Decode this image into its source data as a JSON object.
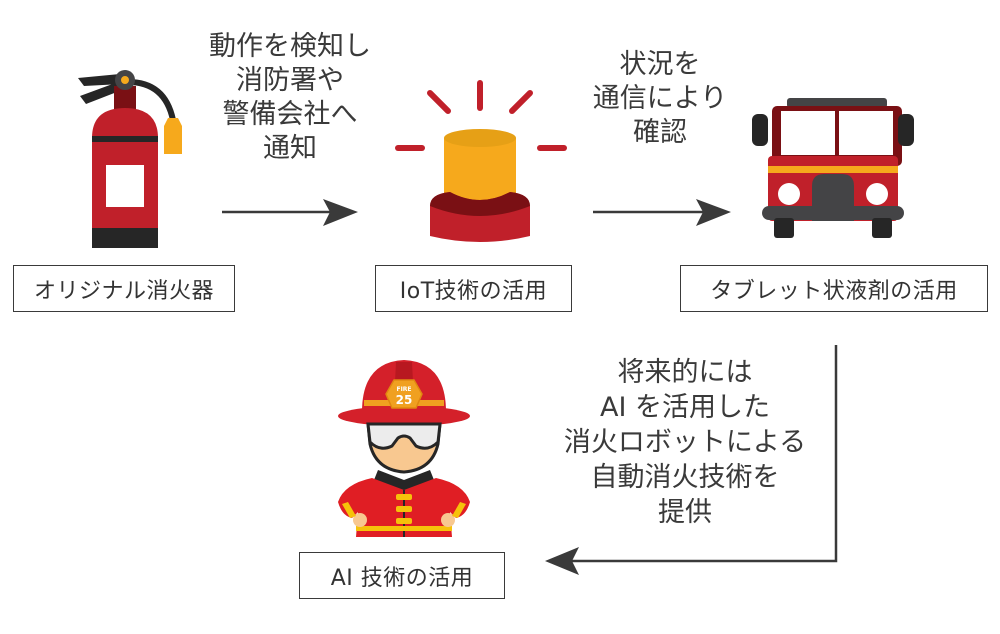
{
  "colors": {
    "red": "#c0202a",
    "dark_red": "#7a1014",
    "amber": "#f6a91c",
    "dark_gray": "#444446",
    "black": "#262626",
    "line": "#3a3a3a"
  },
  "steps": [
    {
      "icon": "fire-extinguisher-icon",
      "label": "オリジナル消火器"
    },
    {
      "icon": "alarm-beacon-icon",
      "label": "IoT技術の活用"
    },
    {
      "icon": "fire-truck-icon",
      "label": "タブレット状液剤の活用"
    },
    {
      "icon": "firefighter-icon",
      "label": "AI 技術の活用"
    }
  ],
  "transitions": [
    {
      "from": 1,
      "to": 2,
      "lines": [
        "動作を検知し",
        "消防署や",
        "警備会社へ",
        "通知"
      ]
    },
    {
      "from": 2,
      "to": 3,
      "lines": [
        "状況を",
        "通信により",
        "確認"
      ]
    },
    {
      "from": 3,
      "to": 4,
      "lines": [
        "将来的には",
        "AI を活用した",
        "消火ロボットによる",
        "自動消火技術を",
        "提供"
      ]
    }
  ],
  "badge": {
    "top": "FIRE",
    "number": "25"
  }
}
